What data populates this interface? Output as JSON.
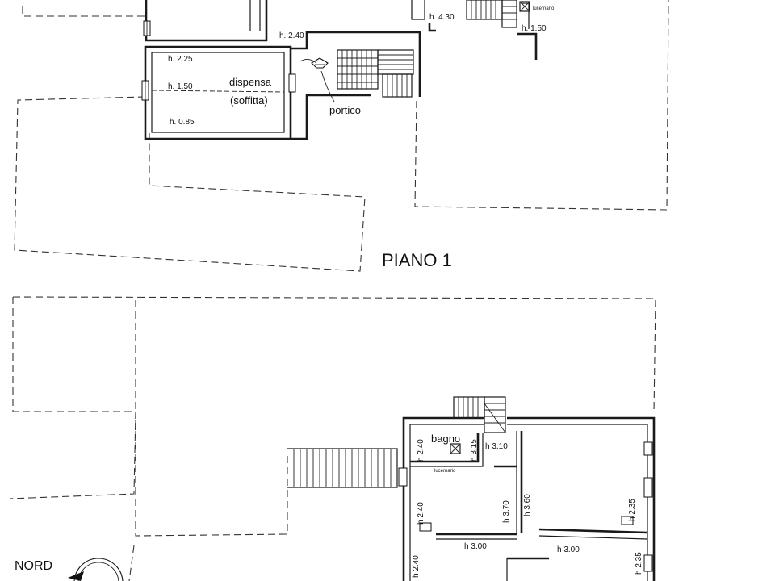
{
  "floor_title": "PIANO 1",
  "north_label": "NORD",
  "upper_plan": {
    "rooms": [
      {
        "key": "dispensa",
        "name": "dispensa",
        "note": "(soffitta)"
      },
      {
        "key": "portico",
        "name": "portico"
      }
    ],
    "heights": [
      "h. 2.25",
      "h. 1.50",
      "h. 0.85",
      "h. 2.40",
      "h. 4.30",
      "h. 1.50"
    ],
    "skylight": "lucernario"
  },
  "lower_plan": {
    "rooms": [
      {
        "key": "bagno",
        "name": "bagno"
      }
    ],
    "heights": [
      "h 2.40",
      "h 3.15",
      "h 3.10",
      "h 2.40",
      "h 3.70",
      "h 3.60",
      "h 2.35",
      "h 3.00",
      "h 3.00",
      "h 2.40",
      "h 2.35"
    ],
    "skylight": "lucernario"
  }
}
